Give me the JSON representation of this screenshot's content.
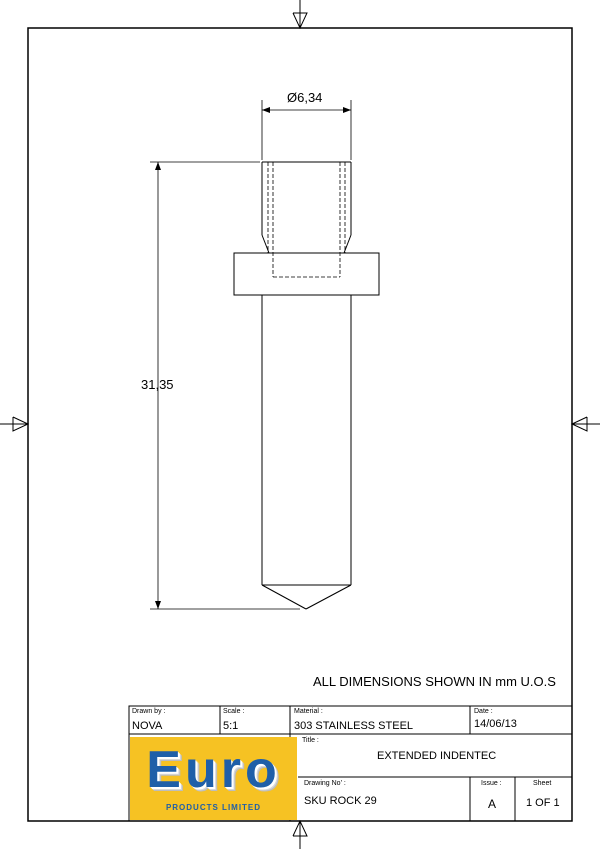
{
  "drawing": {
    "dimensions": {
      "diameter": "Ø6,34",
      "length": "31,35"
    },
    "note": "ALL DIMENSIONS SHOWN IN mm U.O.S"
  },
  "title_block": {
    "drawn_by": {
      "label": "Drawn by :",
      "value": "NOVA"
    },
    "scale": {
      "label": "Scale :",
      "value": "5:1"
    },
    "material": {
      "label": "Material :",
      "value": "303 STAINLESS STEEL"
    },
    "date": {
      "label": "Date :",
      "value": "14/06/13"
    },
    "title": {
      "label": "Title :",
      "value": "EXTENDED INDENTEC"
    },
    "drawing_no": {
      "label": "Drawing No' :",
      "value": "SKU ROCK 29"
    },
    "issue": {
      "label": "Issue :",
      "value": "A"
    },
    "sheet": {
      "label": "Sheet",
      "value": "1 OF 1"
    }
  },
  "logo": {
    "word": "Euro",
    "subtitle": "PRODUCTS LIMITED",
    "colors": {
      "background": "#f6c223",
      "letters": "#1f5fa8"
    }
  }
}
